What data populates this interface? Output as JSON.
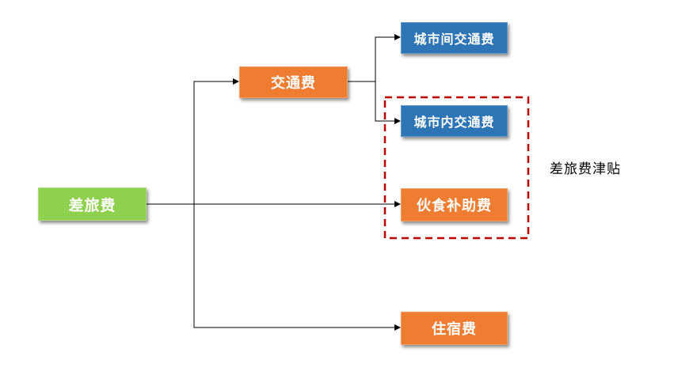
{
  "nodes": {
    "root": "差旅费",
    "transport": "交通费",
    "intercity": "城市间交通费",
    "intracity": "城市内交通费",
    "meal": "伙食补助费",
    "lodging": "住宿费"
  },
  "group_label": "差旅费津贴",
  "colors": {
    "root": "#8fd14f",
    "orange": "#ee7d31",
    "blue": "#2e75b6",
    "dashed_border": "#c00000",
    "connector": "#000000"
  }
}
